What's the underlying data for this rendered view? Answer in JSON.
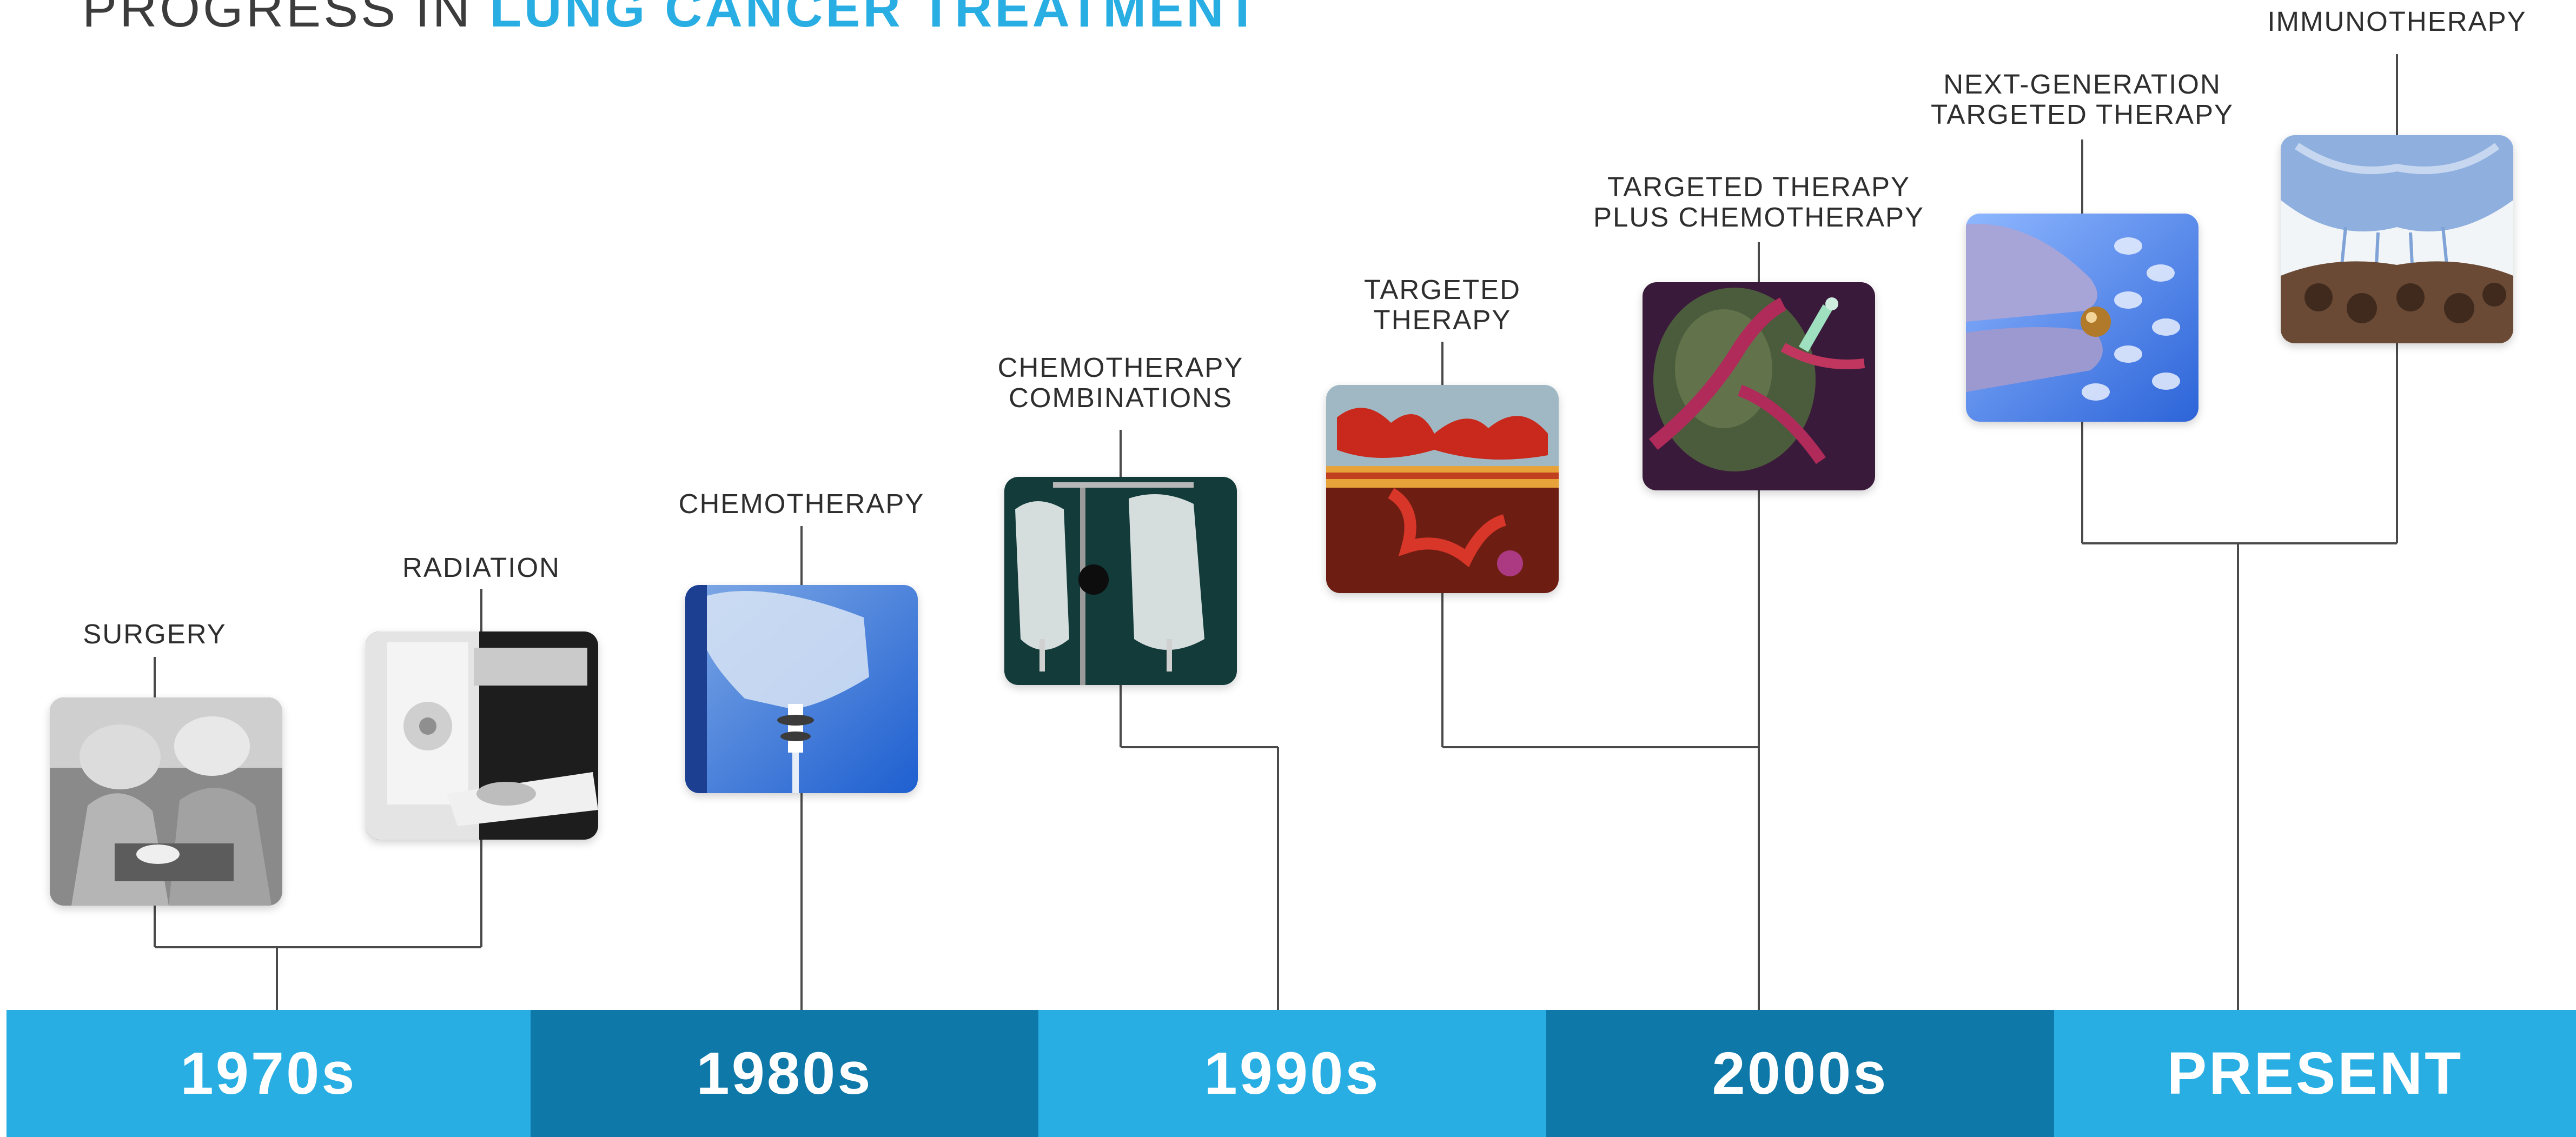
{
  "title": {
    "prefix": "PROGRESS IN",
    "highlight": "LUNG CANCER TREATMENT"
  },
  "colors": {
    "highlight": "#29aee3",
    "era_light": "#29aee3",
    "era_dark": "#0e78a8",
    "line": "#4a4a4a",
    "text": "#2e2e2e"
  },
  "milestones": [
    {
      "label_lines": [
        "SURGERY"
      ],
      "image": "surgery-photo",
      "era": "1970s"
    },
    {
      "label_lines": [
        "RADIATION"
      ],
      "image": "radiation-machine-photo",
      "era": "1970s"
    },
    {
      "label_lines": [
        "CHEMOTHERAPY"
      ],
      "image": "iv-bag-photo",
      "era": "1980s"
    },
    {
      "label_lines": [
        "CHEMOTHERAPY",
        "COMBINATIONS"
      ],
      "image": "iv-bags-pair-photo",
      "era": "1990s"
    },
    {
      "label_lines": [
        "TARGETED",
        "THERAPY"
      ],
      "image": "cell-membrane-illustration",
      "era": "2000s"
    },
    {
      "label_lines": [
        "TARGETED THERAPY",
        "PLUS CHEMOTHERAPY"
      ],
      "image": "tumor-vessels-illustration",
      "era": "2000s"
    },
    {
      "label_lines": [
        "NEXT-GENERATION",
        "TARGETED THERAPY"
      ],
      "image": "pill-in-fingers-photo",
      "era": "PRESENT"
    },
    {
      "label_lines": [
        "IMMUNOTHERAPY"
      ],
      "image": "immune-cells-illustration",
      "era": "PRESENT"
    }
  ],
  "eras": [
    {
      "label": "1970s",
      "shade": "light"
    },
    {
      "label": "1980s",
      "shade": "dark"
    },
    {
      "label": "1990s",
      "shade": "light"
    },
    {
      "label": "2000s",
      "shade": "dark"
    },
    {
      "label": "PRESENT",
      "shade": "light"
    }
  ]
}
